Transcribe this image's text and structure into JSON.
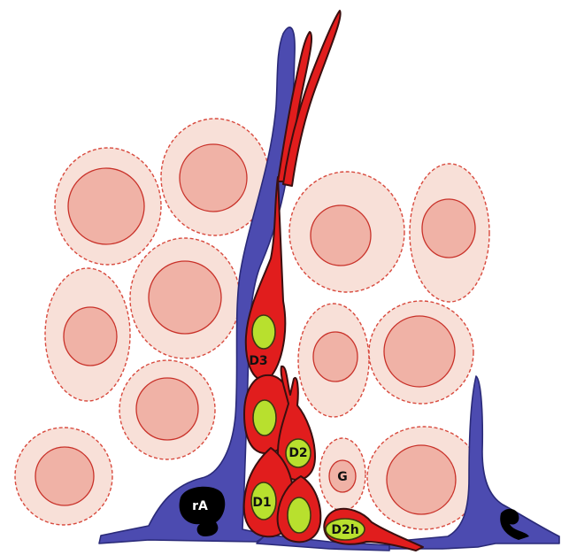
{
  "labels": {
    "rA": "rA",
    "D3": "D3",
    "D2": "D2",
    "D1": "D1",
    "D2h": "D2h",
    "G": "G"
  },
  "colors": {
    "background": "#ffffff",
    "cell_cytoplasm": "#f8e0d8",
    "cell_nucleus": "#f0b2a6",
    "cell_outline": "#d84a3e",
    "glia_blue": "#4c4bb0",
    "stem_cell_red": "#e11d1d",
    "stem_nucleus_green": "#b8e02e",
    "dark_nucleus": "#000000"
  }
}
